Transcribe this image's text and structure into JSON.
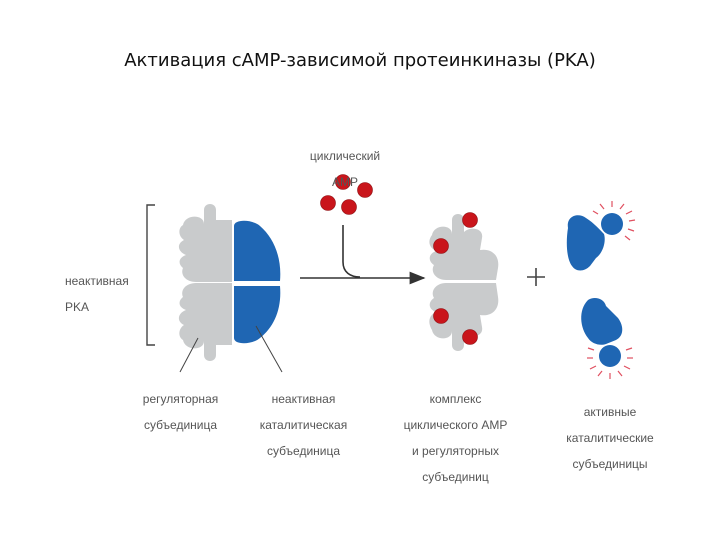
{
  "title": "Активация cAMP-зависимой протеинкиназы (PKA)",
  "labels": {
    "camp_line1": "циклический",
    "camp_line2": "AMP",
    "inactive_pka_line1": "неактивная",
    "inactive_pka_line2": "PKA",
    "reg_subunit_line1": "регуляторная",
    "reg_subunit_line2": "субъединица",
    "inactive_cat_line1": "неактивная",
    "inactive_cat_line2": "каталитическая",
    "inactive_cat_line3": "субъединица",
    "complex_line1": "комплекс",
    "complex_line2": "циклического AMP",
    "complex_line3": "и регуляторных",
    "complex_line4": "субъединиц",
    "active_line1": "активные",
    "active_line2": "каталитические",
    "active_line3": "субъединицы",
    "plus": "+"
  },
  "colors": {
    "regulatory": "#c9cbcc",
    "catalytic": "#1f66b3",
    "camp": "#c9151b",
    "ray": "#e05060",
    "line": "#333333",
    "text": "#555555"
  }
}
